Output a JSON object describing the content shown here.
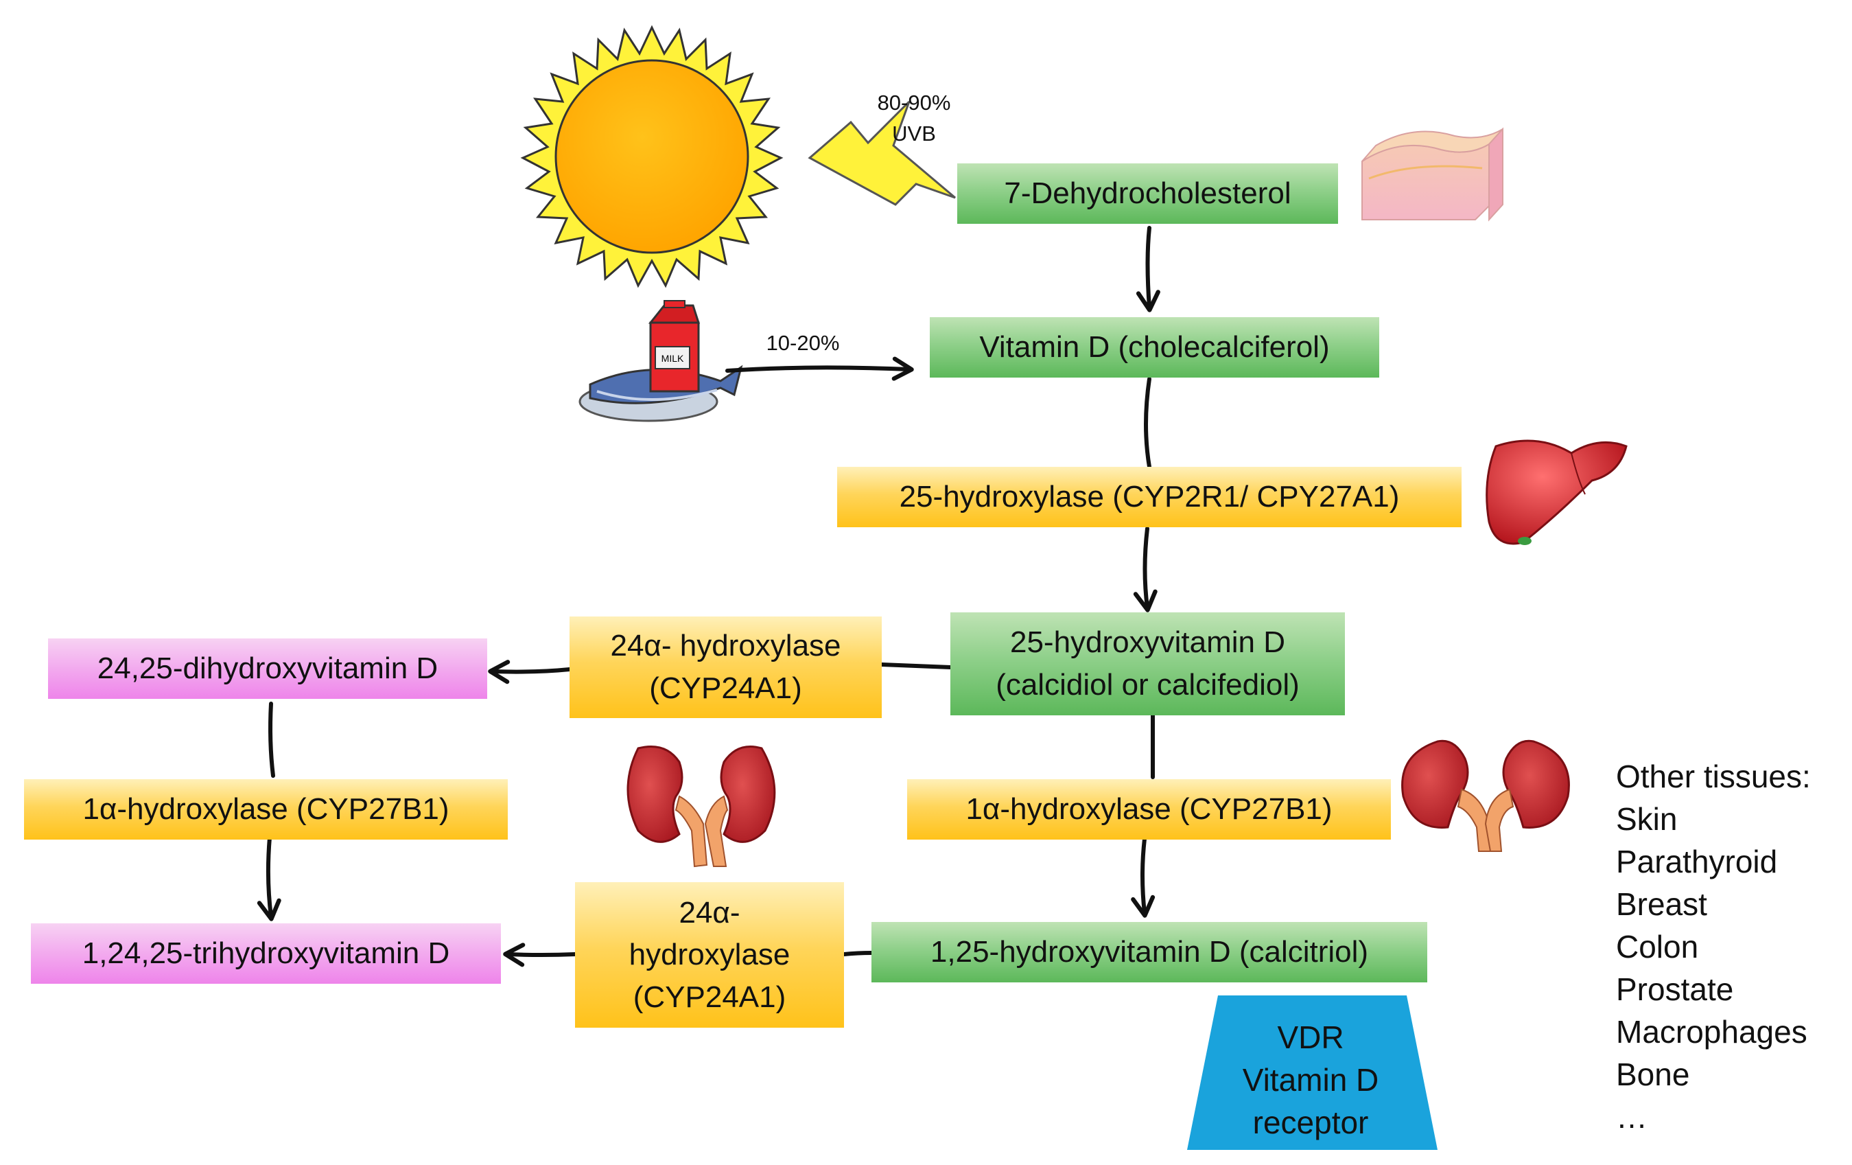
{
  "sources": {
    "uvb_percent": "80-90%",
    "uvb_label": "UVB",
    "diet_percent": "10-20%",
    "milk_label": "MILK"
  },
  "boxes": {
    "dehydrocholesterol": "7-Dehydrocholesterol",
    "vitamin_d": "Vitamin D (cholecalciferol)",
    "hydroxylase_25": "25-hydroxylase (CYP2R1/ CPY27A1)",
    "hydroxyvitamin_25_line1": "25-hydroxyvitamin D",
    "hydroxyvitamin_25_line2": "(calcidiol or calcifediol)",
    "hydroxylase_24a_top_line1": "24α- hydroxylase",
    "hydroxylase_24a_top_line2": "(CYP24A1)",
    "dihydroxyvitamin_24_25": "24,25-dihydroxyvitamin D",
    "hydroxylase_1a_left": "1α-hydroxylase (CYP27B1)",
    "hydroxylase_1a_right": "1α-hydroxylase (CYP27B1)",
    "trihydroxyvitamin": "1,24,25-trihydroxyvitamin D",
    "hydroxylase_24a_bottom_line1": "24α-",
    "hydroxylase_24a_bottom_line2": "hydroxylase",
    "hydroxylase_24a_bottom_line3": "(CYP24A1)",
    "calcitriol": "1,25-hydroxyvitamin D (calcitriol)"
  },
  "vdr": {
    "line1": "VDR",
    "line2": "Vitamin D",
    "line3": "receptor",
    "color": "#1aa3dc"
  },
  "other_tissues": {
    "title": "Other tissues:",
    "items": [
      "Skin",
      "Parathyroid",
      "Breast",
      "Colon",
      "Prostate",
      "Macrophages",
      "Bone",
      "…"
    ]
  },
  "colors": {
    "green": "#5cb85a",
    "yellow": "#ffc21a",
    "pink": "#ee84ea",
    "sun": "#ffb300",
    "sun_rays": "#fff23a",
    "lightning": "#fff23a"
  },
  "icons": [
    "sun-icon",
    "lightning-icon",
    "skin-icon",
    "milk-fish-icon",
    "liver-icon",
    "kidney-icon"
  ]
}
